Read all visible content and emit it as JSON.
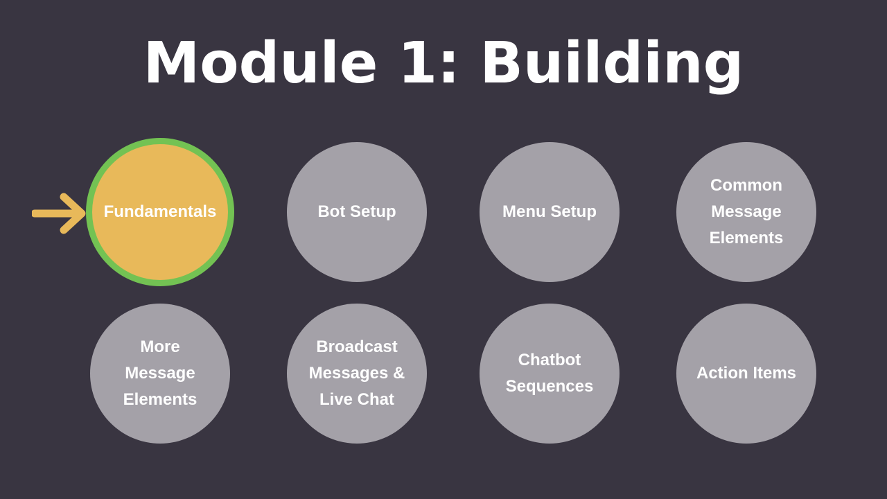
{
  "slide": {
    "title": "Module 1: Building"
  },
  "colors": {
    "background": "#393541",
    "active_fill": "#e8b95a",
    "active_ring": "#73c253",
    "inactive_fill": "#a4a1a8",
    "arrow": "#e8b95a",
    "text": "#ffffff"
  },
  "pointer": {
    "icon": "arrow-right-icon"
  },
  "topics": [
    {
      "label": "Fundamentals",
      "state": "active"
    },
    {
      "label": "Bot Setup",
      "state": "inactive"
    },
    {
      "label": "Menu Setup",
      "state": "inactive"
    },
    {
      "label": "Common\nMessage\nElements",
      "state": "inactive"
    },
    {
      "label": "More\nMessage\nElements",
      "state": "inactive"
    },
    {
      "label": "Broadcast\nMessages &\nLive Chat",
      "state": "inactive"
    },
    {
      "label": "Chatbot\nSequences",
      "state": "inactive"
    },
    {
      "label": "Action Items",
      "state": "inactive"
    }
  ]
}
